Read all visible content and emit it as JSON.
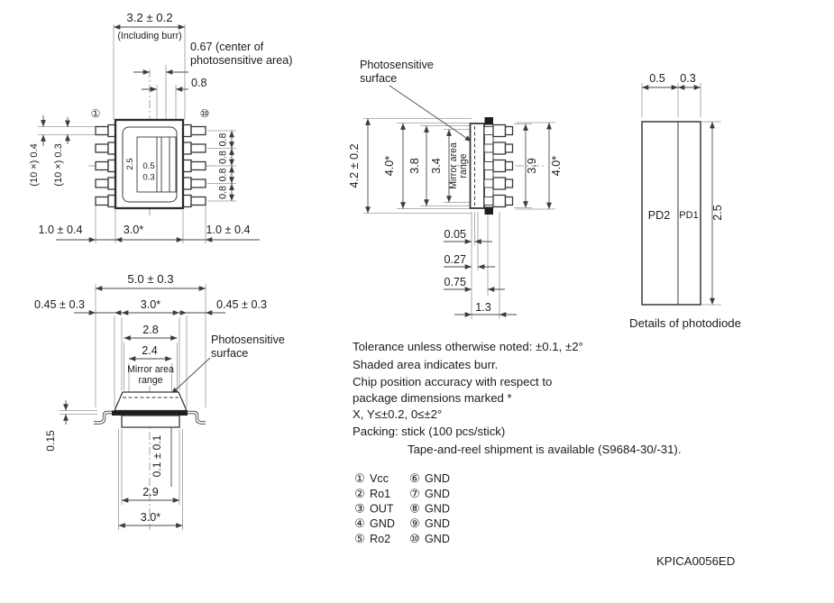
{
  "doc_number": "KPICA0056ED",
  "top_view": {
    "dim_overall": "3.2 ± 0.2",
    "including_burr": "(Including burr)",
    "center_note_1": "0.67 (center of",
    "center_note_2": "photosensitive area)",
    "dim_window": "0.8",
    "pin1": "①",
    "pin10": "⑩",
    "dim_lead_outer": "(10 ×) 0.4",
    "dim_lead_inner": "(10 ×) 0.3",
    "dim_die_h": "2.5",
    "dim_pd2": "0.5",
    "dim_pd1": "0.3",
    "pitch": [
      "0.8",
      "0.8",
      "0.8",
      "0.8"
    ],
    "dim_lead_left": "1.0 ± 0.4",
    "dim_body": "3.0*",
    "dim_lead_right": "1.0 ± 0.4"
  },
  "front_view": {
    "dim_overall": "5.0 ± 0.3",
    "dim_edge_left": "0.45 ± 0.3",
    "dim_body": "3.0*",
    "dim_edge_right": "0.45 ± 0.3",
    "dim_lid": "2.8",
    "dim_mirror": "2.4",
    "mirror_1": "Mirror area",
    "mirror_2": "range",
    "ps_1": "Photosensitive",
    "ps_2": "surface",
    "dim_lead_thickness": "0.15",
    "dim_standoff": "0.1 ± 0.1",
    "dim_base": "2.9",
    "dim_base2": "3.0*"
  },
  "side_view": {
    "ps_1": "Photosensitive",
    "ps_2": "surface",
    "dim_total": "4.2 ± 0.2",
    "dim_body": "4.0*",
    "dim_38": "3.8",
    "dim_34": "3.4",
    "mirror_1": "Mirror area",
    "mirror_2": "range",
    "dim_39": "3.9",
    "dim_40": "4.0*",
    "dim_005": "0.05",
    "dim_027": "0.27",
    "dim_075": "0.75",
    "dim_13": "1.3"
  },
  "pd_detail": {
    "dim_pd2": "0.5",
    "dim_pd1": "0.3",
    "dim_h": "2.5",
    "pd2": "PD2",
    "pd1": "PD1",
    "caption": "Details of photodiode"
  },
  "notes": {
    "l1": "Tolerance unless otherwise noted: ±0.1, ±2°",
    "l2": "Shaded area indicates burr.",
    "l3": "Chip position accuracy with respect to",
    "l4": "package dimensions marked *",
    "l5": "X, Y≤±0.2, 0≤±2°",
    "l6": "Packing: stick (100 pcs/stick)",
    "l7": "Tape-and-reel shipment is available (S9684-30/-31)."
  },
  "pin_table": {
    "col1": [
      {
        "num": "①",
        "name": "Vcc"
      },
      {
        "num": "②",
        "name": "Ro1"
      },
      {
        "num": "③",
        "name": "OUT"
      },
      {
        "num": "④",
        "name": "GND"
      },
      {
        "num": "⑤",
        "name": "Ro2"
      }
    ],
    "col2": [
      {
        "num": "⑥",
        "name": "GND"
      },
      {
        "num": "⑦",
        "name": "GND"
      },
      {
        "num": "⑧",
        "name": "GND"
      },
      {
        "num": "⑨",
        "name": "GND"
      },
      {
        "num": "⑩",
        "name": "GND"
      }
    ]
  }
}
